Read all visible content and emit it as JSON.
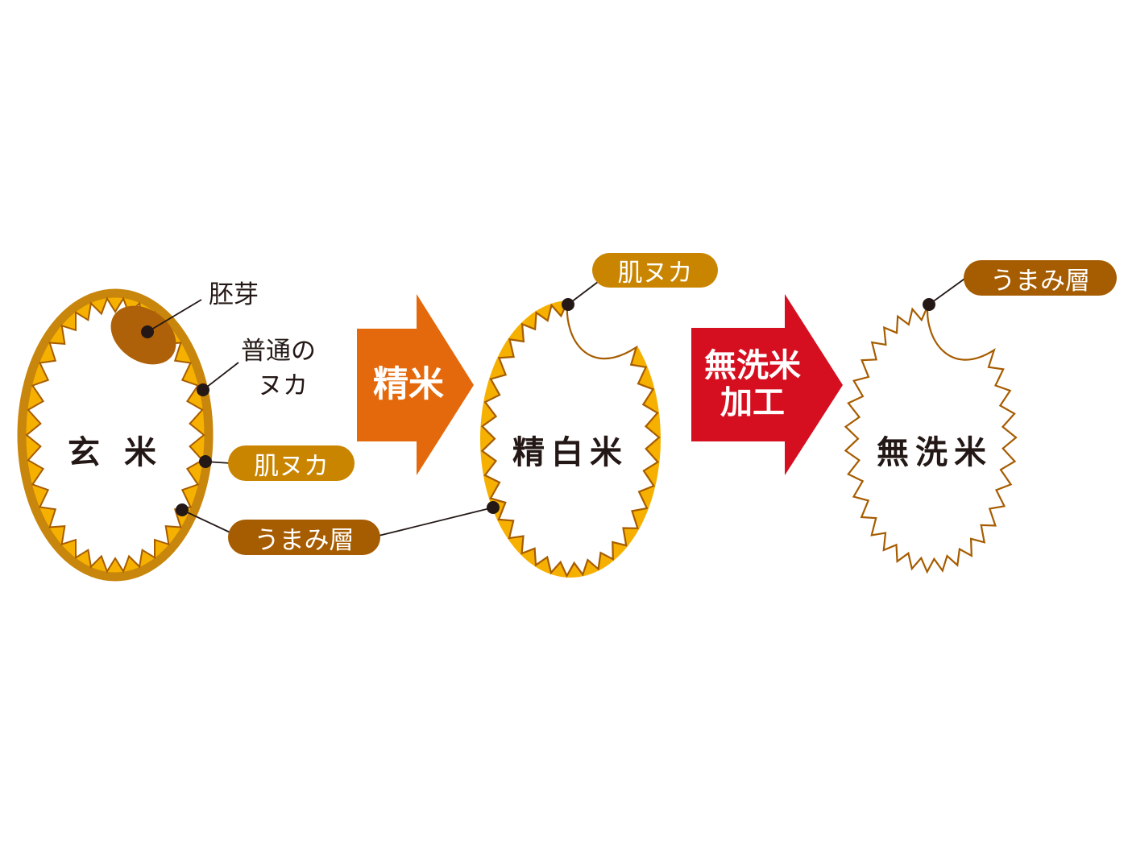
{
  "grains": {
    "brown": {
      "name": "玄 米"
    },
    "milled": {
      "name": "精白米"
    },
    "washfree": {
      "name": "無洗米"
    }
  },
  "arrows": {
    "polish": {
      "label": "精米"
    },
    "washfree_process": {
      "line1": "無洗米",
      "line2": "加工"
    }
  },
  "labels": {
    "germ": "胚芽",
    "normal_bran_1": "普通の",
    "normal_bran_2": "ヌカ",
    "skin_bran": "肌ヌカ",
    "umami_layer": "うまみ層",
    "skin_bran_top": "肌ヌカ",
    "umami_layer_right": "うまみ層"
  },
  "colors": {
    "yellow": "#f6b100",
    "bran_band": "#c8860c",
    "zigzag": "#a65c00",
    "germ": "#ae6108",
    "pill_skin": "#c98500",
    "pill_umami": "#a65c00",
    "arrow_polish": "#e4690c",
    "arrow_washfree": "#d50f1f"
  }
}
